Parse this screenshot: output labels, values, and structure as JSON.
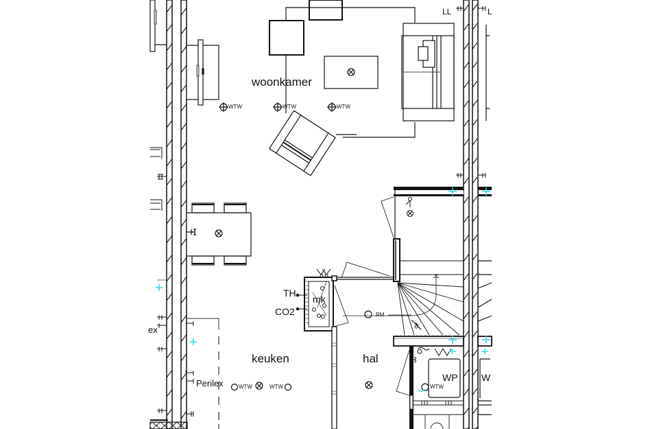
{
  "drawing": {
    "type": "architectural floor plan (ground floor)",
    "line_color": "#111111",
    "hatch_color": "#222222",
    "accent_color": "#33d6e0"
  },
  "rooms": {
    "woonkamer": "woonkamer",
    "keuken": "keuken",
    "hal": "hal",
    "meterkast": "mk"
  },
  "symbols": {
    "wtw": "WTW",
    "thermostat": "TH",
    "co2_sensor": "CO2",
    "smoke_detector": "RM",
    "perilex": "Perilex",
    "perilex_partial": "ex",
    "heat_pump": "WP",
    "heat_pump_partial": "W",
    "ll": "LL",
    "ll_partial": "L"
  }
}
